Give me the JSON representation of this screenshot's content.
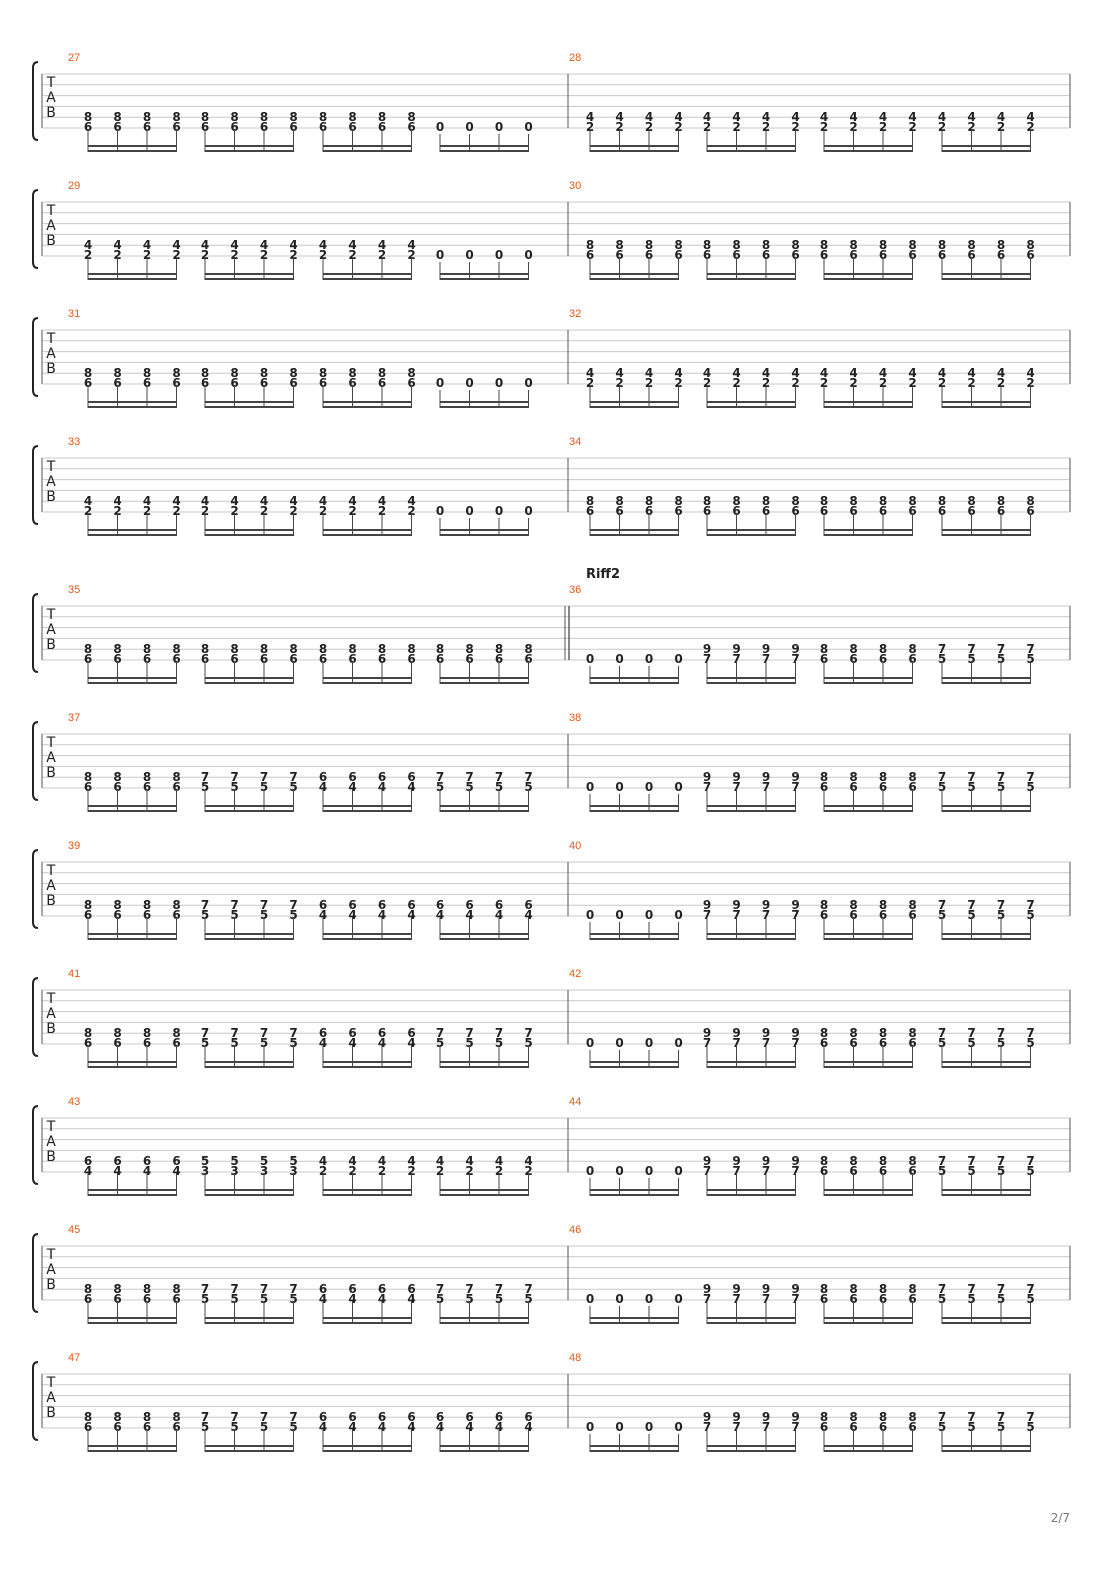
{
  "tab_letters": [
    "T",
    "A",
    "B"
  ],
  "page_number": "2/7",
  "section_labels": [
    {
      "text": "Riff2",
      "measure": 36
    }
  ],
  "systems": [
    {
      "measures": [
        {
          "number": "27",
          "groups": [
            [
              "8",
              "6"
            ],
            [
              "8",
              "6"
            ],
            [
              "8",
              "6"
            ],
            [
              "0"
            ]
          ]
        },
        {
          "number": "28",
          "groups": [
            [
              "4",
              "2"
            ],
            [
              "4",
              "2"
            ],
            [
              "4",
              "2"
            ],
            [
              "4",
              "2"
            ]
          ]
        }
      ]
    },
    {
      "measures": [
        {
          "number": "29",
          "groups": [
            [
              "4",
              "2"
            ],
            [
              "4",
              "2"
            ],
            [
              "4",
              "2"
            ],
            [
              "0"
            ]
          ]
        },
        {
          "number": "30",
          "groups": [
            [
              "8",
              "6"
            ],
            [
              "8",
              "6"
            ],
            [
              "8",
              "6"
            ],
            [
              "8",
              "6"
            ]
          ]
        }
      ]
    },
    {
      "measures": [
        {
          "number": "31",
          "groups": [
            [
              "8",
              "6"
            ],
            [
              "8",
              "6"
            ],
            [
              "8",
              "6"
            ],
            [
              "0"
            ]
          ]
        },
        {
          "number": "32",
          "groups": [
            [
              "4",
              "2"
            ],
            [
              "4",
              "2"
            ],
            [
              "4",
              "2"
            ],
            [
              "4",
              "2"
            ]
          ]
        }
      ]
    },
    {
      "measures": [
        {
          "number": "33",
          "groups": [
            [
              "4",
              "2"
            ],
            [
              "4",
              "2"
            ],
            [
              "4",
              "2"
            ],
            [
              "0"
            ]
          ]
        },
        {
          "number": "34",
          "groups": [
            [
              "8",
              "6"
            ],
            [
              "8",
              "6"
            ],
            [
              "8",
              "6"
            ],
            [
              "8",
              "6"
            ]
          ]
        }
      ]
    },
    {
      "measures": [
        {
          "number": "35",
          "groups": [
            [
              "8",
              "6"
            ],
            [
              "8",
              "6"
            ],
            [
              "8",
              "6"
            ],
            [
              "8",
              "6"
            ]
          ],
          "repeat_end": true
        },
        {
          "number": "36",
          "groups": [
            [
              "0"
            ],
            [
              "9",
              "7"
            ],
            [
              "8",
              "6"
            ],
            [
              "7",
              "5"
            ]
          ]
        }
      ]
    },
    {
      "measures": [
        {
          "number": "37",
          "groups": [
            [
              "8",
              "6"
            ],
            [
              "7",
              "5"
            ],
            [
              "6",
              "4"
            ],
            [
              "7",
              "5"
            ]
          ]
        },
        {
          "number": "38",
          "groups": [
            [
              "0"
            ],
            [
              "9",
              "7"
            ],
            [
              "8",
              "6"
            ],
            [
              "7",
              "5"
            ]
          ]
        }
      ]
    },
    {
      "measures": [
        {
          "number": "39",
          "groups": [
            [
              "8",
              "6"
            ],
            [
              "7",
              "5"
            ],
            [
              "6",
              "4"
            ],
            [
              "6",
              "4"
            ]
          ]
        },
        {
          "number": "40",
          "groups": [
            [
              "0"
            ],
            [
              "9",
              "7"
            ],
            [
              "8",
              "6"
            ],
            [
              "7",
              "5"
            ]
          ]
        }
      ]
    },
    {
      "measures": [
        {
          "number": "41",
          "groups": [
            [
              "8",
              "6"
            ],
            [
              "7",
              "5"
            ],
            [
              "6",
              "4"
            ],
            [
              "7",
              "5"
            ]
          ]
        },
        {
          "number": "42",
          "groups": [
            [
              "0"
            ],
            [
              "9",
              "7"
            ],
            [
              "8",
              "6"
            ],
            [
              "7",
              "5"
            ]
          ]
        }
      ]
    },
    {
      "measures": [
        {
          "number": "43",
          "groups": [
            [
              "6",
              "4"
            ],
            [
              "5",
              "3"
            ],
            [
              "4",
              "2"
            ],
            [
              "4",
              "2"
            ]
          ]
        },
        {
          "number": "44",
          "groups": [
            [
              "0"
            ],
            [
              "9",
              "7"
            ],
            [
              "8",
              "6"
            ],
            [
              "7",
              "5"
            ]
          ]
        }
      ]
    },
    {
      "measures": [
        {
          "number": "45",
          "groups": [
            [
              "8",
              "6"
            ],
            [
              "7",
              "5"
            ],
            [
              "6",
              "4"
            ],
            [
              "7",
              "5"
            ]
          ]
        },
        {
          "number": "46",
          "groups": [
            [
              "0"
            ],
            [
              "9",
              "7"
            ],
            [
              "8",
              "6"
            ],
            [
              "7",
              "5"
            ]
          ]
        }
      ]
    },
    {
      "measures": [
        {
          "number": "47",
          "groups": [
            [
              "8",
              "6"
            ],
            [
              "7",
              "5"
            ],
            [
              "6",
              "4"
            ],
            [
              "6",
              "4"
            ]
          ]
        },
        {
          "number": "48",
          "groups": [
            [
              "0"
            ],
            [
              "9",
              "7"
            ],
            [
              "8",
              "6"
            ],
            [
              "7",
              "5"
            ]
          ]
        }
      ]
    }
  ]
}
